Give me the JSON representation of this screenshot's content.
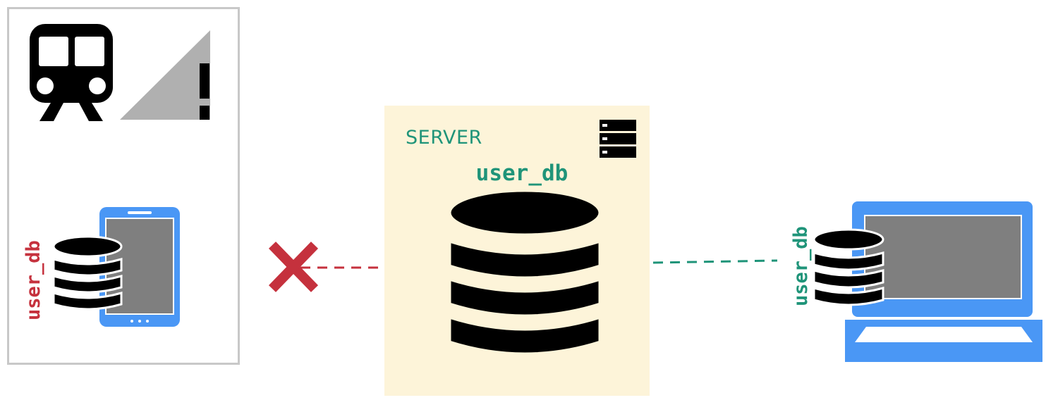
{
  "mobile": {
    "db_label": "user_db",
    "status_icons": [
      "train-icon",
      "signal-warning-icon"
    ],
    "device_icon": "smartphone-icon",
    "db_icon": "database-icon"
  },
  "server": {
    "title": "SERVER",
    "db_label": "user_db",
    "server_icon": "server-rack-icon",
    "db_icon": "database-icon"
  },
  "laptop": {
    "db_label": "user_db",
    "device_icon": "laptop-icon",
    "db_icon": "database-icon"
  },
  "connections": [
    {
      "from": "mobile",
      "to": "server",
      "state": "failed",
      "color": "#c5313d"
    },
    {
      "from": "server",
      "to": "laptop",
      "state": "ok",
      "color": "#1f9479"
    }
  ],
  "colors": {
    "accent_green": "#1f9479",
    "error_red": "#c5313d",
    "device_blue": "#4a97f5",
    "server_bg": "#fdf4d9",
    "panel_border": "#c8c8c8"
  }
}
